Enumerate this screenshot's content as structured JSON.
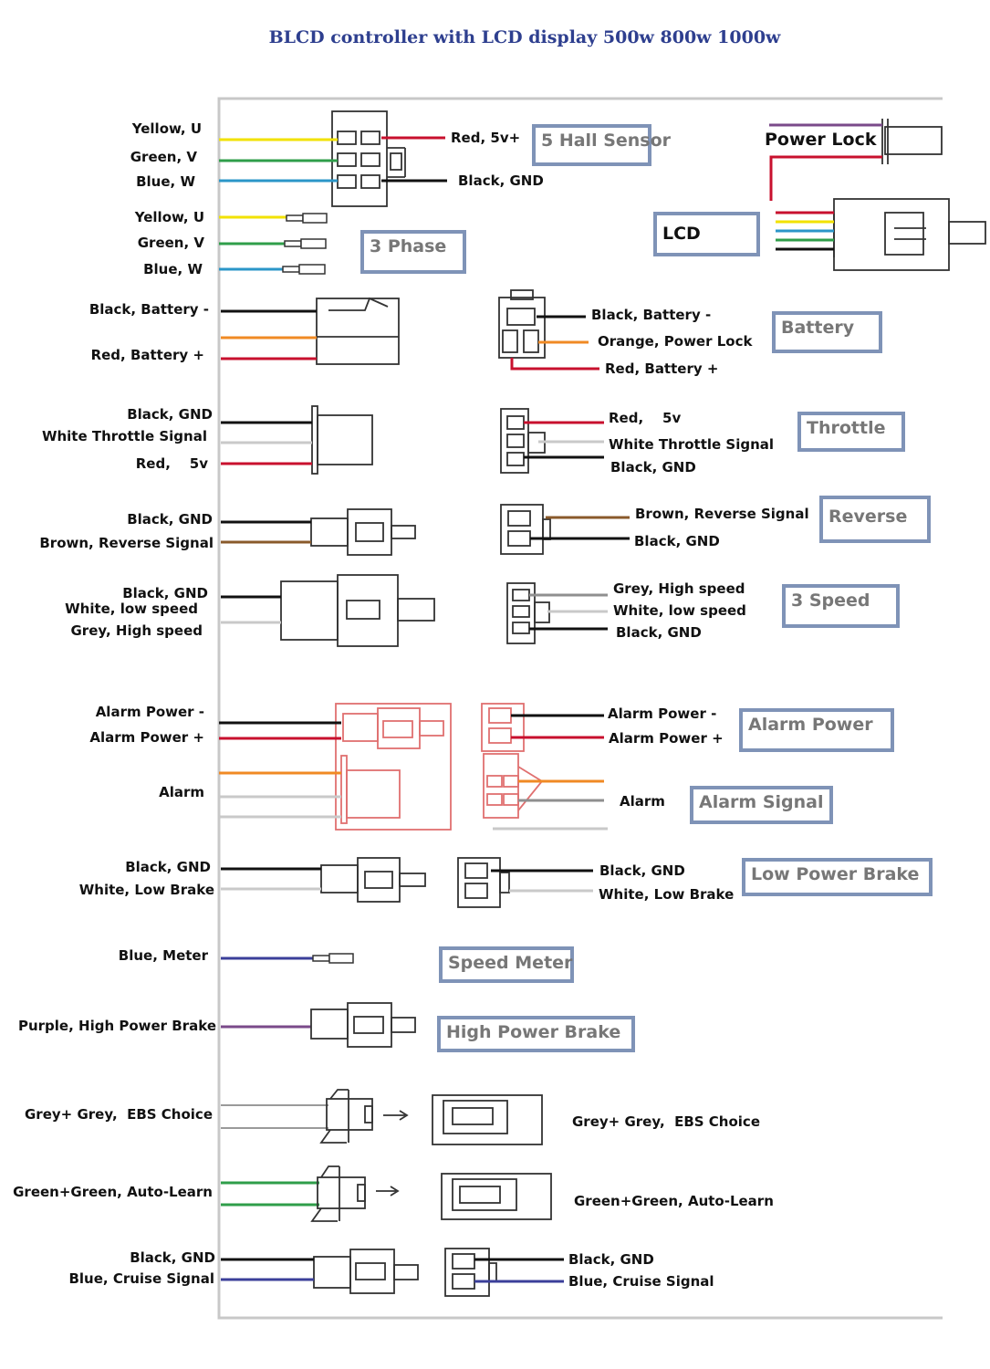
{
  "title": "BLCD controller with LCD display 500w 800w 1000w",
  "colors": {
    "frame": "#c8c8c8",
    "box_border": "#7f93b7",
    "title": "#2e3f8f",
    "yellow": "#f2e200",
    "green": "#2f9e4a",
    "blue": "#2a96c8",
    "red": "#c8102e",
    "black": "#111111",
    "orange": "#f08a24",
    "white_wire": "#c9c9c9",
    "brown": "#8a5a2b",
    "grey": "#8f8f8f",
    "navy": "#3b3f9a",
    "purple": "#7a4a8a",
    "alarm_highlight": "#e07070"
  },
  "sections": {
    "hall": {
      "box": "5 Hall Sensor",
      "left": [
        "Yellow, U",
        "Green, V",
        "Blue, W"
      ],
      "right": [
        "Red, 5v+",
        "Black, GND"
      ]
    },
    "phase": {
      "box": "3 Phase",
      "left": [
        "Yellow, U",
        "Green, V",
        "Blue, W"
      ]
    },
    "lcd": {
      "power_lock": "Power Lock",
      "box": "LCD"
    },
    "battery": {
      "box": "Battery",
      "left": [
        "Black, Battery -",
        "Red, Battery +"
      ],
      "right": [
        "Black, Battery -",
        "Orange, Power Lock",
        "Red, Battery +"
      ]
    },
    "throttle": {
      "box": "Throttle",
      "left": [
        "Black, GND",
        "White Throttle Signal",
        "Red,    5v"
      ],
      "right": [
        "Red,    5v",
        "White Throttle Signal",
        "Black, GND"
      ]
    },
    "reverse": {
      "box": "Reverse",
      "left": [
        "Black, GND",
        "Brown, Reverse Signal"
      ],
      "right": [
        "Brown, Reverse Signal",
        "Black, GND"
      ]
    },
    "speed3": {
      "box": "3 Speed",
      "left": [
        "Black, GND",
        "White, low speed",
        "Grey, High speed"
      ],
      "right": [
        "Grey, High speed",
        "White, low speed",
        "Black, GND"
      ]
    },
    "alarm_power": {
      "box": "Alarm Power",
      "left": [
        "Alarm Power -",
        "Alarm Power +"
      ],
      "right": [
        "Alarm Power -",
        "Alarm Power +"
      ]
    },
    "alarm_signal": {
      "box": "Alarm Signal",
      "left": "Alarm",
      "right": "Alarm"
    },
    "low_brake": {
      "box": "Low Power Brake",
      "left": [
        "Black, GND",
        "White, Low Brake"
      ],
      "right": [
        "Black, GND",
        "White, Low Brake"
      ]
    },
    "meter": {
      "box": "Speed Meter",
      "left": "Blue, Meter"
    },
    "high_brake": {
      "box": "High Power Brake",
      "left": "Purple, High Power Brake"
    },
    "ebs": {
      "left": "Grey+ Grey,  EBS Choice",
      "right": "Grey+ Grey,  EBS Choice"
    },
    "autolearn": {
      "left": "Green+Green, Auto-Learn",
      "right": "Green+Green, Auto-Learn"
    },
    "cruise": {
      "left": [
        "Black, GND",
        "Blue, Cruise Signal"
      ],
      "right": [
        "Black, GND",
        "Blue, Cruise Signal"
      ]
    }
  }
}
